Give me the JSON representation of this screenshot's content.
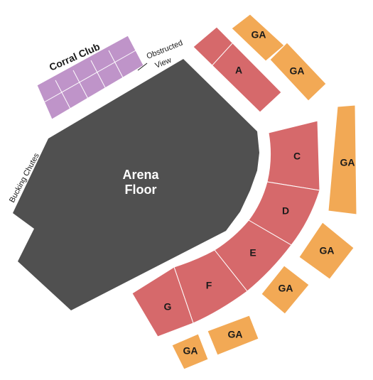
{
  "venue": {
    "floor_label_line1": "Arena",
    "floor_label_line2": "Floor",
    "bucking_chutes_label": "Bucking Chutes",
    "corral_club_label": "Corral Club",
    "obstructed_label_line1": "Obstructed",
    "obstructed_label_line2": "View"
  },
  "sections": {
    "a": "A",
    "c": "C",
    "d": "D",
    "e": "E",
    "f": "F",
    "g": "G",
    "ga_top_1": "GA",
    "ga_top_2": "GA",
    "ga_right_1": "GA",
    "ga_right_2": "GA",
    "ga_right_3": "GA",
    "ga_bottom_1": "GA",
    "ga_bottom_2": "GA"
  },
  "colors": {
    "reserved": "#D6696B",
    "general_admission": "#F2A955",
    "corral_club": "#BF94C9",
    "arena_floor": "#505050"
  }
}
